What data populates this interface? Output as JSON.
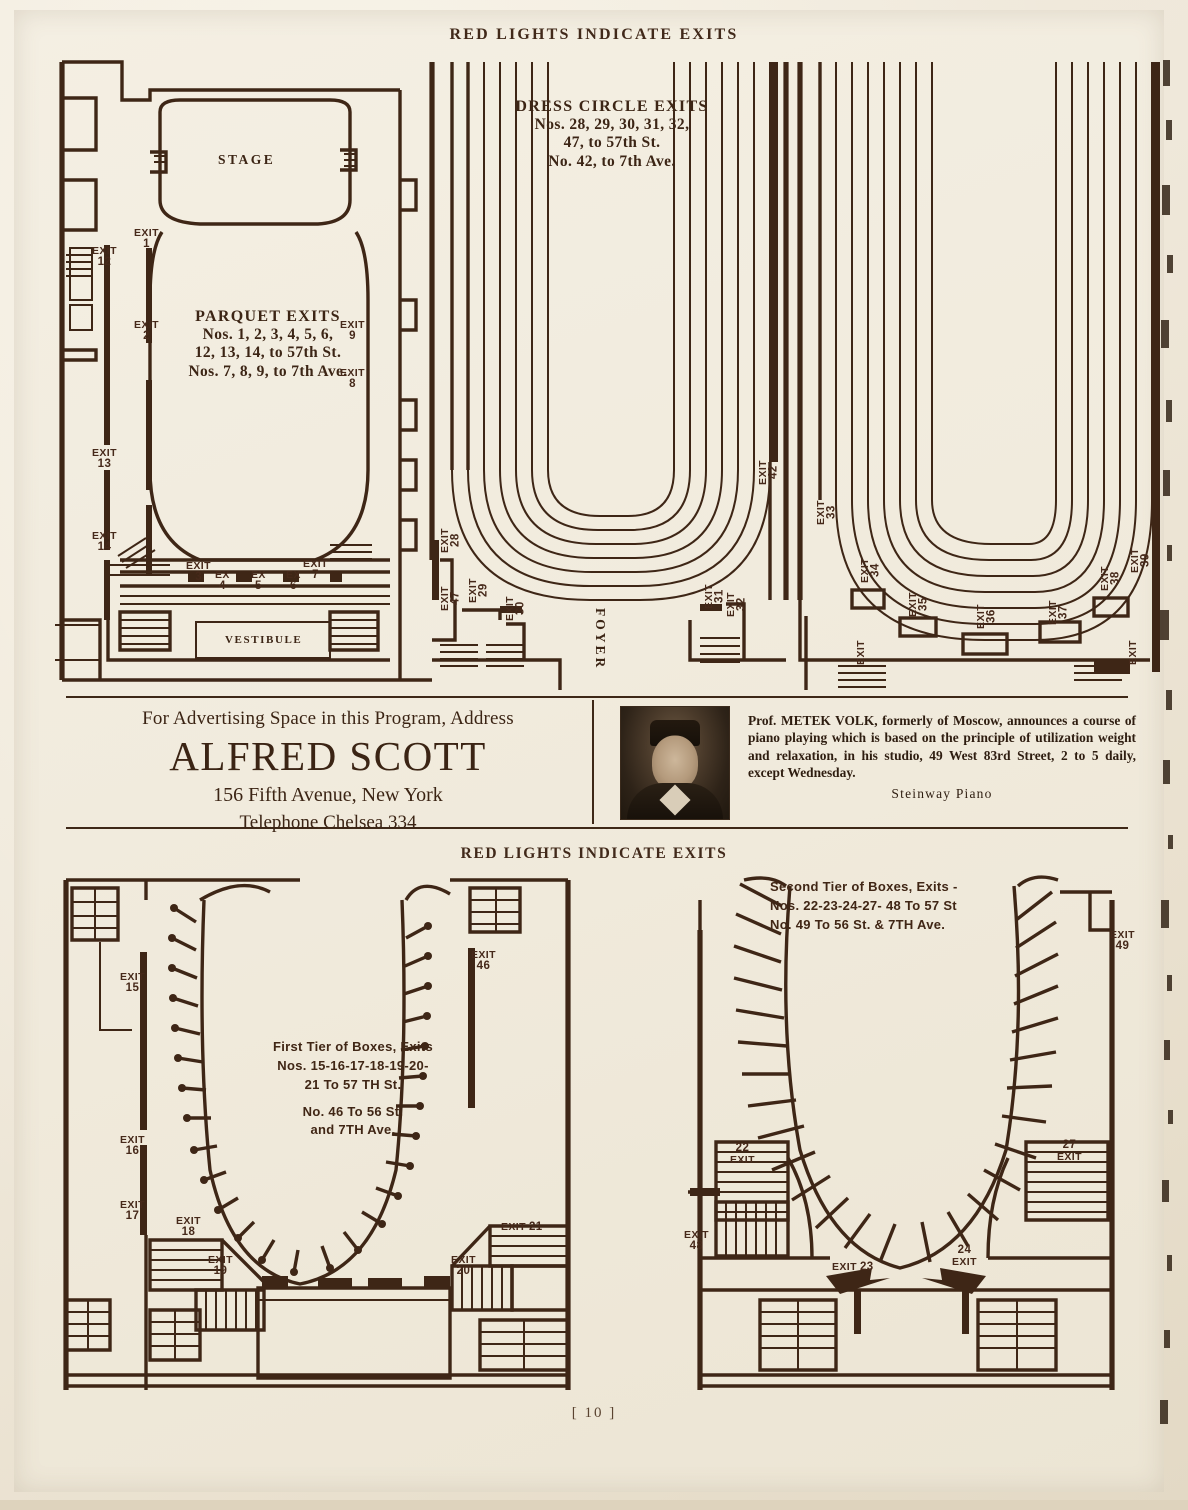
{
  "page": {
    "number_label": "[ 10 ]",
    "header_top": "RED LIGHTS INDICATE EXITS",
    "header_lower": "RED LIGHTS INDICATE EXITS"
  },
  "upper_plan": {
    "stage_label": "STAGE",
    "vestibule_label": "VESTIBULE",
    "foyer_label": "FOYER",
    "parquet": {
      "title": "PARQUET EXITS",
      "lines": [
        "Nos.  1,  2,  3,  4,  5,  6,",
        "12,  13,  14, to  57th  St.",
        "Nos. 7, 8, 9, to 7th Ave."
      ]
    },
    "dress_circle": {
      "title": "DRESS CIRCLE EXITS",
      "lines": [
        "Nos. 28, 29, 30, 31, 32,",
        "47, to 57th St.",
        "No. 42, to 7th Ave."
      ]
    },
    "exits": [
      {
        "word": "EXIT",
        "num": "1"
      },
      {
        "word": "EXIT",
        "num": "2"
      },
      {
        "word": "EXIT",
        "num": "3"
      },
      {
        "word": "EX",
        "num": "4"
      },
      {
        "word": "EX",
        "num": "5"
      },
      {
        "word": "EX",
        "num": "6"
      },
      {
        "word": "EXIT",
        "num": "7"
      },
      {
        "word": "EXIT",
        "num": "8"
      },
      {
        "word": "EXIT",
        "num": "9"
      },
      {
        "word": "EXIT",
        "num": "12"
      },
      {
        "word": "EXIT",
        "num": "13"
      },
      {
        "word": "EXIT",
        "num": "14"
      },
      {
        "word": "EXIT",
        "num": "28"
      },
      {
        "word": "EXIT",
        "num": "29"
      },
      {
        "word": "EXIT",
        "num": "30"
      },
      {
        "word": "EXIT",
        "num": "31"
      },
      {
        "word": "EXIT",
        "num": "32"
      },
      {
        "word": "EXIT",
        "num": "33"
      },
      {
        "word": "EXIT",
        "num": "34"
      },
      {
        "word": "EXIT",
        "num": "35"
      },
      {
        "word": "EXIT",
        "num": "36"
      },
      {
        "word": "EXIT",
        "num": "37"
      },
      {
        "word": "EXIT",
        "num": "38"
      },
      {
        "word": "EXIT",
        "num": "39"
      },
      {
        "word": "EXIT",
        "num": "42"
      },
      {
        "word": "EXIT",
        "num": "47"
      }
    ]
  },
  "advertisement": {
    "left": {
      "line1": "For Advertising Space in this Program, Address",
      "name": "ALFRED SCOTT",
      "address": "156 Fifth Avenue, New York",
      "telephone": "Telephone Chelsea 334"
    },
    "right": {
      "body": "Prof. METEK VOLK, formerly of Moscow, announces a course of piano playing which is based on the principle of utilization weight and relaxation, in his studio, 49 West 83rd Street, 2 to 5 daily, except Wednesday.",
      "piano": "Steinway Piano"
    }
  },
  "first_tier_plan": {
    "caption": [
      "First Tier of Boxes, Exits",
      "Nos. 15-16-17-18-19-20-",
      "21 To 57 TH St.",
      "No.  46 To 56 St.",
      "and 7TH Ave,"
    ],
    "exits": [
      {
        "word": "EXIT",
        "num": "15"
      },
      {
        "word": "EXIT",
        "num": "16"
      },
      {
        "word": "EXIT",
        "num": "17"
      },
      {
        "word": "EXIT",
        "num": "18"
      },
      {
        "word": "EXIT",
        "num": "19"
      },
      {
        "word": "EXIT",
        "num": "20"
      },
      {
        "word": "EXIT",
        "num": "21"
      },
      {
        "word": "EXIT",
        "num": "46"
      }
    ]
  },
  "second_tier_plan": {
    "caption": [
      "Second Tier of Boxes, Exits -",
      "Nos. 22-23-24-27- 48 To 57 St",
      "No.  49 To 56 St. & 7TH Ave."
    ],
    "exits": [
      {
        "word": "EXIT",
        "num": "22"
      },
      {
        "word": "EXIT",
        "num": "23"
      },
      {
        "word": "EXIT",
        "num": "24"
      },
      {
        "word": "EXIT",
        "num": "27"
      },
      {
        "word": "EXIT",
        "num": "48"
      },
      {
        "word": "EXIT",
        "num": "49"
      }
    ]
  }
}
